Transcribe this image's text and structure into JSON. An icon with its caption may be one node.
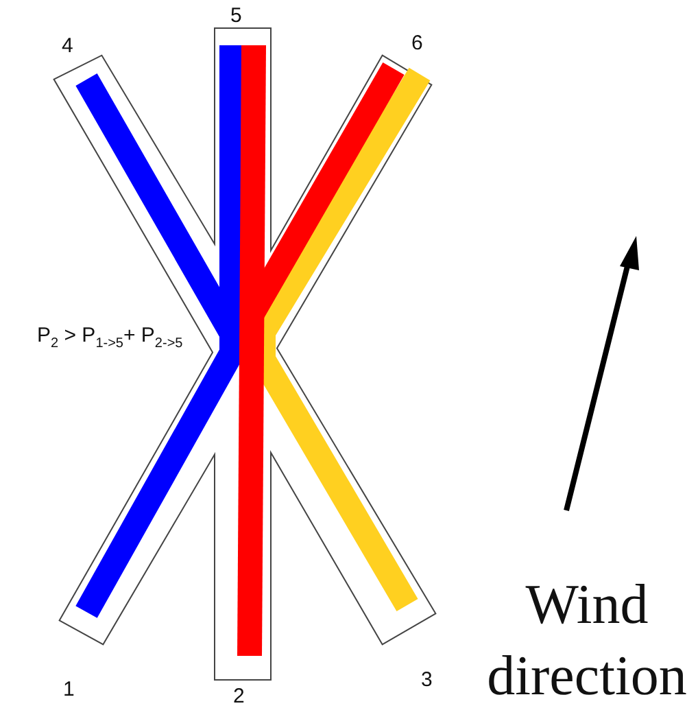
{
  "diagram": {
    "labels": [
      "5",
      "4",
      "6",
      "P$_{2}$ > P$_{1->5}$+ P$_{2->5}$",
      "Wind direction",
      "1",
      "2",
      "3"
    ]
  }
}
